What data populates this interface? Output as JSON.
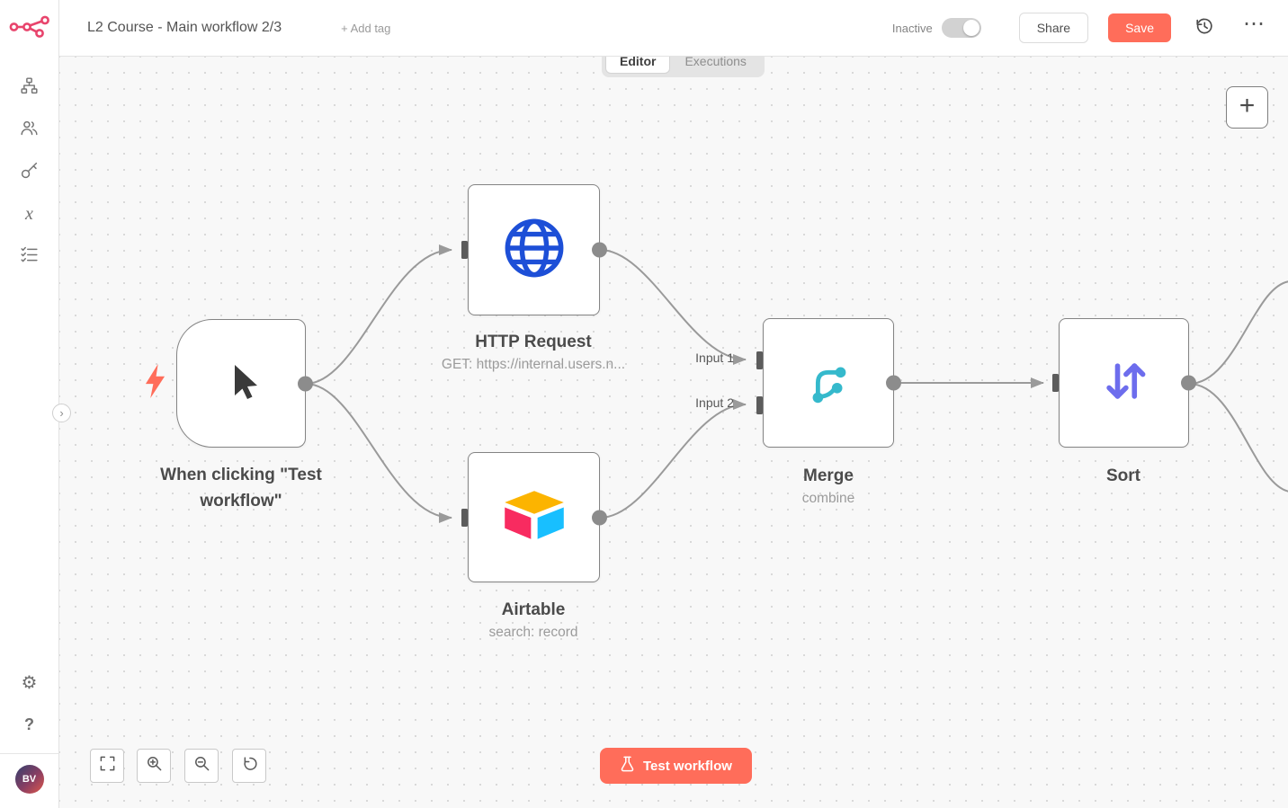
{
  "sidebar": {
    "help_label": "?",
    "avatar_initials": "BV"
  },
  "header": {
    "title": "L2 Course - Main workflow 2/3",
    "add_tag_label": "+ Add tag",
    "activation_label": "Inactive",
    "share_label": "Share",
    "save_label": "Save"
  },
  "tabs": {
    "editor_label": "Editor",
    "executions_label": "Executions"
  },
  "canvas": {
    "nodes": {
      "trigger": {
        "title": "When clicking \"Test workflow\""
      },
      "http_request": {
        "title": "HTTP Request",
        "subtitle": "GET: https://internal.users.n..."
      },
      "airtable": {
        "title": "Airtable",
        "subtitle": "search: record"
      },
      "merge": {
        "title": "Merge",
        "subtitle": "combine",
        "input_labels": [
          "Input 1",
          "Input 2"
        ]
      },
      "sort": {
        "title": "Sort"
      }
    },
    "test_workflow_label": "Test workflow",
    "plus_label": "+"
  },
  "colors": {
    "accent": "#ff6d5a",
    "logo": "#e8446c",
    "node_border": "#848484",
    "connection": "#9a9a9a",
    "http_icon_blue": "#1d4fd7",
    "merge_icon_teal": "#35b9cc",
    "sort_icon_purple": "#6d6ded",
    "airtable_yellow": "#fcb400",
    "airtable_red": "#f82b60",
    "airtable_blue": "#18bfff"
  }
}
